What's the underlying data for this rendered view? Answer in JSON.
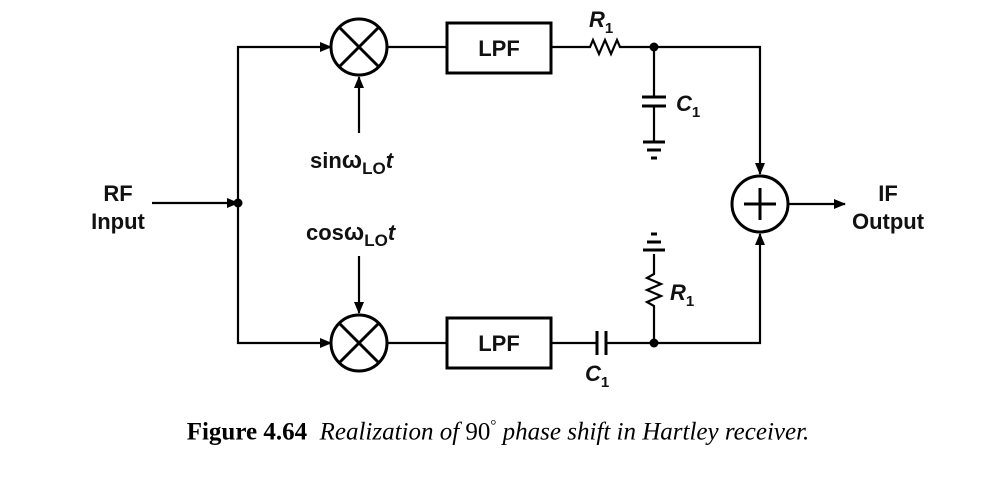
{
  "diagram": {
    "input_label_line1": "RF",
    "input_label_line2": "Input",
    "output_label_line1": "IF",
    "output_label_line2": "Output",
    "lpf_top": "LPF",
    "lpf_bottom": "LPF",
    "lo_top": {
      "fn": "sin",
      "omega": "ω",
      "sub": "LO",
      "t": "t"
    },
    "lo_bottom": {
      "fn": "cos",
      "omega": "ω",
      "sub": "LO",
      "t": "t"
    },
    "r_top": {
      "name": "R",
      "sub": "1"
    },
    "c_top": {
      "name": "C",
      "sub": "1"
    },
    "r_bottom": {
      "name": "R",
      "sub": "1"
    },
    "c_bottom": {
      "name": "C",
      "sub": "1"
    },
    "mixer_symbol": "multiply",
    "adder_symbol": "plus"
  },
  "caption": {
    "number": "Figure 4.64",
    "text_before": "Realization of ",
    "angle": "90",
    "degree": "°",
    "text_after": " phase shift in Hartley receiver."
  }
}
